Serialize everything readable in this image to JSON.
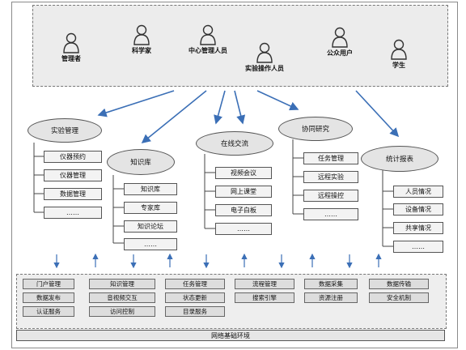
{
  "users": [
    "管理者",
    "科学家",
    "中心管理人员",
    "实验操作人员",
    "公众用户",
    "学生"
  ],
  "modules": [
    {
      "title": "实验管理",
      "items": [
        "仪器预约",
        "仪器管理",
        "数据管理",
        "……"
      ]
    },
    {
      "title": "知识库",
      "items": [
        "知识库",
        "专家库",
        "知识论坛",
        "……"
      ]
    },
    {
      "title": "在线交流",
      "items": [
        "视频会议",
        "网上课堂",
        "电子白板",
        "……"
      ]
    },
    {
      "title": "协同研究",
      "items": [
        "任务管理",
        "远程实验",
        "远程操控",
        "……"
      ]
    },
    {
      "title": "统计报表",
      "items": [
        "人员情况",
        "设备情况",
        "共享情况",
        "……"
      ]
    }
  ],
  "services": {
    "col1": [
      "门户管理",
      "数据发布",
      "认证服务"
    ],
    "col2": [
      "知识管理",
      "音视频交互",
      "访问控制"
    ],
    "col3": [
      "任务管理",
      "状态更新",
      "目录服务"
    ],
    "col4": [
      "流程管理",
      "搜索引擎"
    ],
    "col5": [
      "数据采集",
      "资源注册"
    ],
    "col6": [
      "数据传输",
      "安全机制"
    ]
  },
  "network_label": "网络基础环境"
}
